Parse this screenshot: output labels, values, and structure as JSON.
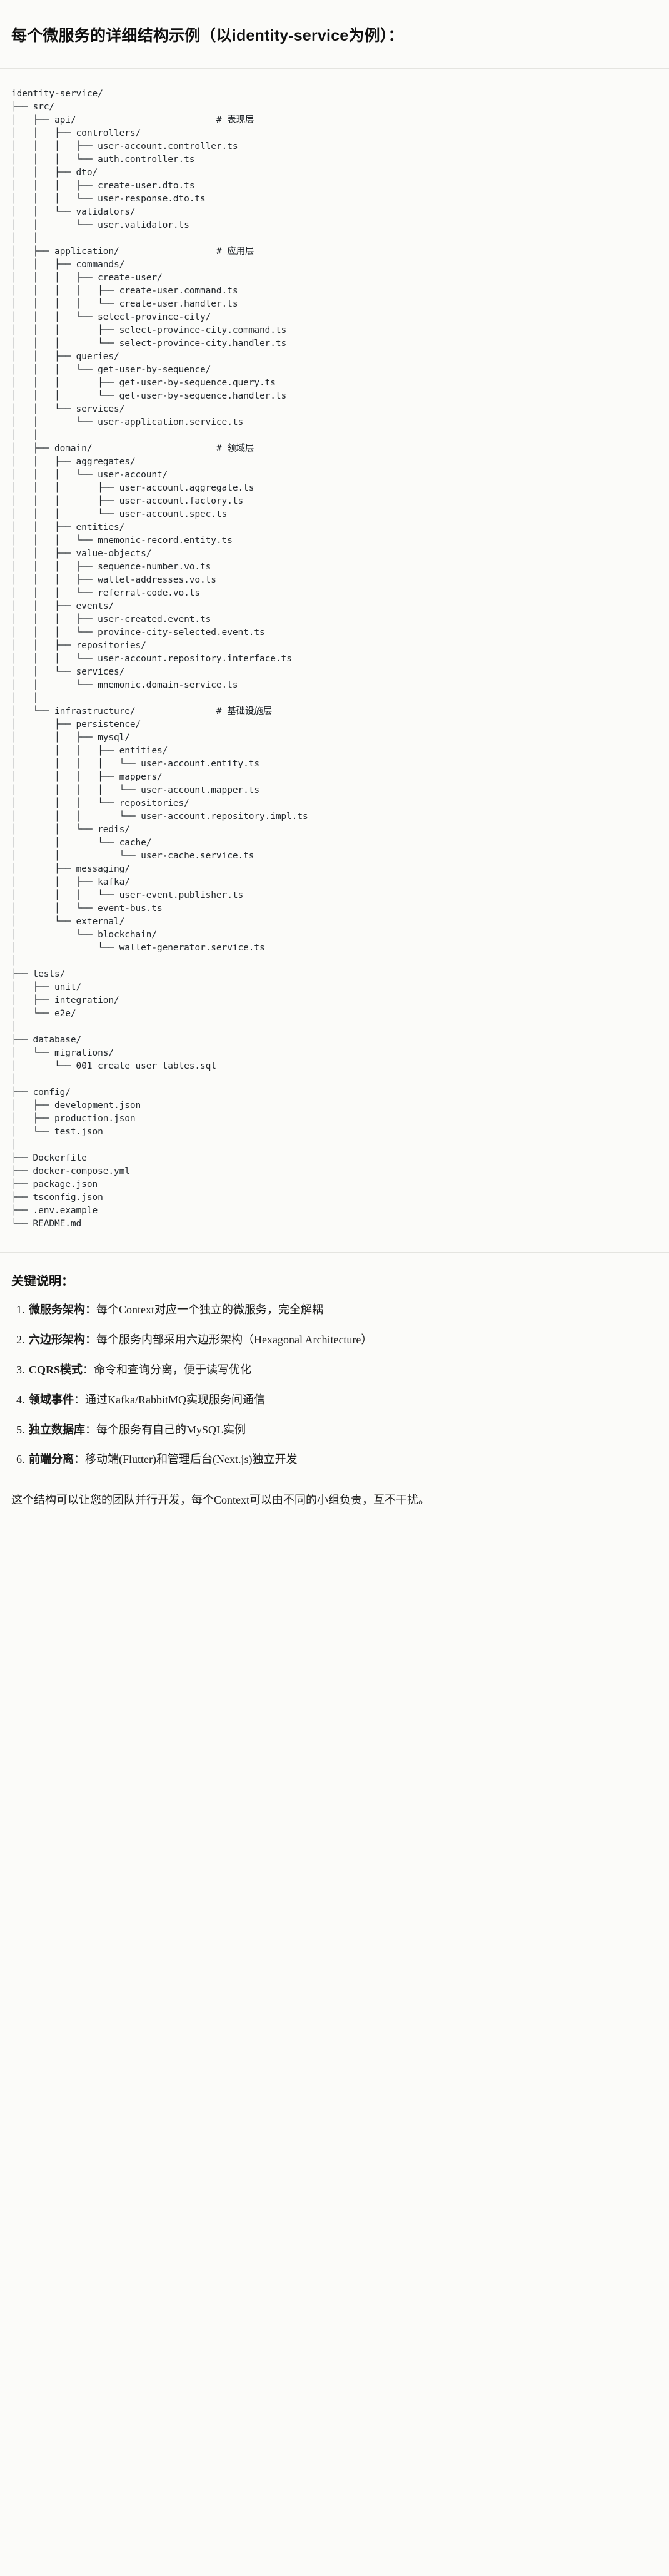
{
  "heading": {
    "prefix": "每个微服务的详细结构示例",
    "paren": "（以identity-service为例）：",
    "full": "每个微服务的详细结构示例（以identity-service为例）："
  },
  "tree": {
    "root": "identity-service/",
    "comments": {
      "api": "# 表现层",
      "application": "# 应用层",
      "domain": "# 领域层",
      "infrastructure": "# 基础设施层"
    },
    "text": "identity-service/\n├── src/\n│   ├── api/                          # 表现层\n│   │   ├── controllers/\n│   │   │   ├── user-account.controller.ts\n│   │   │   └── auth.controller.ts\n│   │   ├── dto/\n│   │   │   ├── create-user.dto.ts\n│   │   │   └── user-response.dto.ts\n│   │   └── validators/\n│   │       └── user.validator.ts\n│   │\n│   ├── application/                  # 应用层\n│   │   ├── commands/\n│   │   │   ├── create-user/\n│   │   │   │   ├── create-user.command.ts\n│   │   │   │   └── create-user.handler.ts\n│   │   │   └── select-province-city/\n│   │   │       ├── select-province-city.command.ts\n│   │   │       └── select-province-city.handler.ts\n│   │   ├── queries/\n│   │   │   └── get-user-by-sequence/\n│   │   │       ├── get-user-by-sequence.query.ts\n│   │   │       └── get-user-by-sequence.handler.ts\n│   │   └── services/\n│   │       └── user-application.service.ts\n│   │\n│   ├── domain/                       # 领域层\n│   │   ├── aggregates/\n│   │   │   └── user-account/\n│   │   │       ├── user-account.aggregate.ts\n│   │   │       ├── user-account.factory.ts\n│   │   │       └── user-account.spec.ts\n│   │   ├── entities/\n│   │   │   └── mnemonic-record.entity.ts\n│   │   ├── value-objects/\n│   │   │   ├── sequence-number.vo.ts\n│   │   │   ├── wallet-addresses.vo.ts\n│   │   │   └── referral-code.vo.ts\n│   │   ├── events/\n│   │   │   ├── user-created.event.ts\n│   │   │   └── province-city-selected.event.ts\n│   │   ├── repositories/\n│   │   │   └── user-account.repository.interface.ts\n│   │   └── services/\n│   │       └── mnemonic.domain-service.ts\n│   │\n│   └── infrastructure/               # 基础设施层\n│       ├── persistence/\n│       │   ├── mysql/\n│       │   │   ├── entities/\n│       │   │   │   └── user-account.entity.ts\n│       │   │   ├── mappers/\n│       │   │   │   └── user-account.mapper.ts\n│       │   │   └── repositories/\n│       │   │       └── user-account.repository.impl.ts\n│       │   └── redis/\n│       │       └── cache/\n│       │           └── user-cache.service.ts\n│       ├── messaging/\n│       │   ├── kafka/\n│       │   │   └── user-event.publisher.ts\n│       │   └── event-bus.ts\n│       └── external/\n│           └── blockchain/\n│               └── wallet-generator.service.ts\n│\n├── tests/\n│   ├── unit/\n│   ├── integration/\n│   └── e2e/\n│\n├── database/\n│   └── migrations/\n│       └── 001_create_user_tables.sql\n│\n├── config/\n│   ├── development.json\n│   ├── production.json\n│   └── test.json\n│\n├── Dockerfile\n├── docker-compose.yml\n├── package.json\n├── tsconfig.json\n├── .env.example\n└── README.md"
  },
  "notes": {
    "title": "关键说明：",
    "items": [
      {
        "term": "微服务架构",
        "body": "：每个Context对应一个独立的微服务，完全解耦"
      },
      {
        "term": "六边形架构",
        "body": "：每个服务内部采用六边形架构（Hexagonal Architecture）"
      },
      {
        "term": "CQRS模式",
        "body": "：命令和查询分离，便于读写优化"
      },
      {
        "term": "领域事件",
        "body": "：通过Kafka/RabbitMQ实现服务间通信"
      },
      {
        "term": "独立数据库",
        "body": "：每个服务有自己的MySQL实例"
      },
      {
        "term": "前端分离",
        "body": "：移动端(Flutter)和管理后台(Next.js)独立开发"
      }
    ],
    "closing": "这个结构可以让您的团队并行开发，每个Context可以由不同的小组负责，互不干扰。"
  },
  "colors": {
    "background": "#fbfbf9",
    "text": "#1a1a1a",
    "code_text": "#24292e",
    "comment_text": "#4a4a4a",
    "rule": "#e4e4e0"
  }
}
